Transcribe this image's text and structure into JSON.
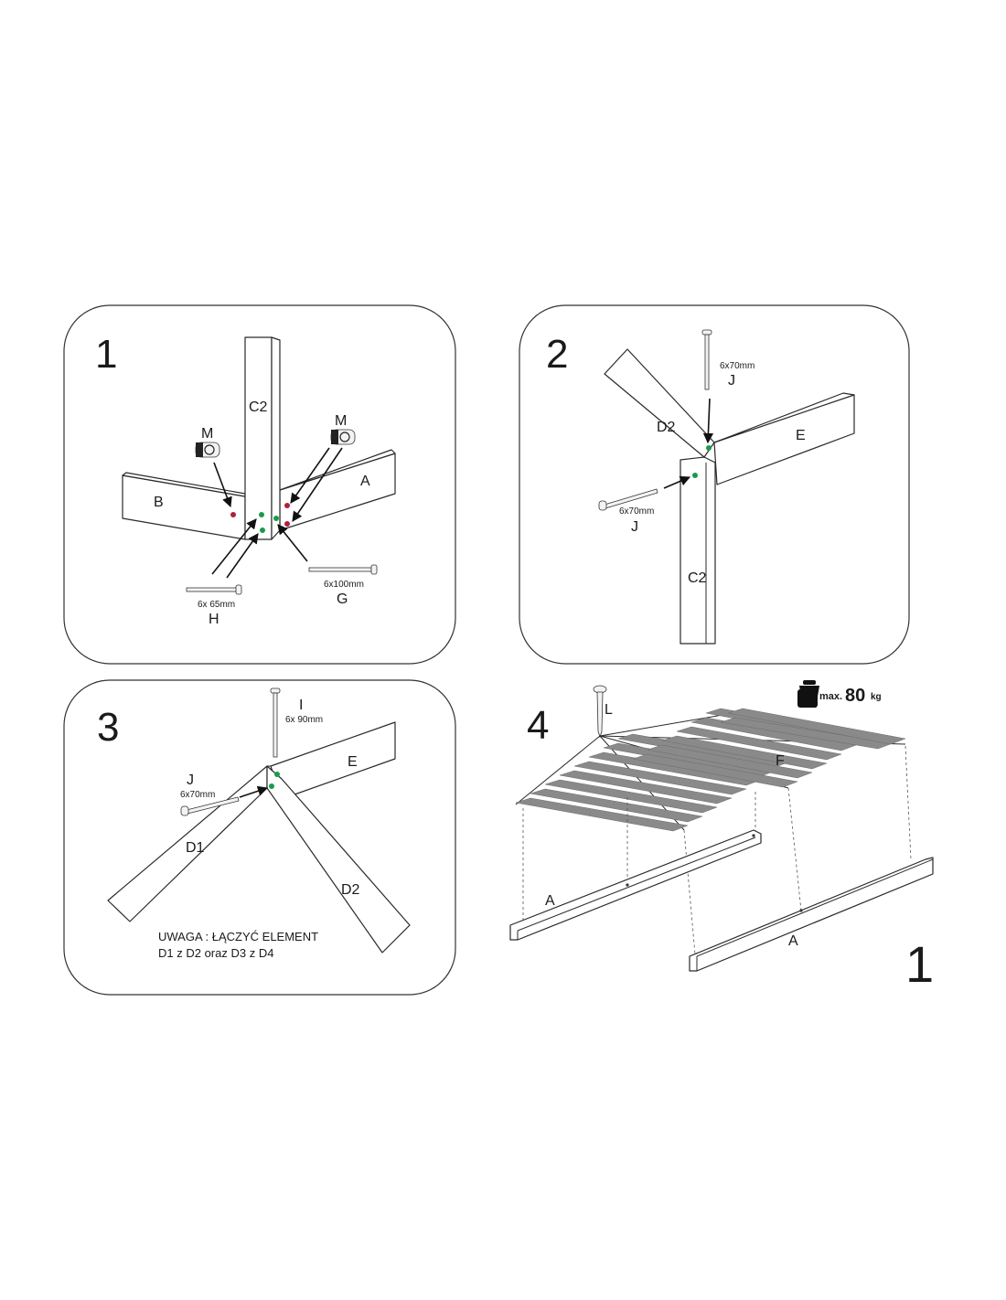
{
  "steps": [
    {
      "number": "1",
      "parts": {
        "c2": "C2",
        "b": "B",
        "a": "A",
        "m_left": "M",
        "m_right": "M"
      },
      "screws": [
        {
          "size": "6x 65mm",
          "code": "H"
        },
        {
          "size": "6x100mm",
          "code": "G"
        }
      ]
    },
    {
      "number": "2",
      "parts": {
        "d2": "D2",
        "e": "E",
        "c2": "C2"
      },
      "screws": [
        {
          "size": "6x70mm",
          "code": "J"
        },
        {
          "size": "6x70mm",
          "code": "J"
        }
      ]
    },
    {
      "number": "3",
      "parts": {
        "d1": "D1",
        "d2": "D2",
        "e": "E"
      },
      "screws": [
        {
          "size": "6x 90mm",
          "code": "I"
        },
        {
          "size": "6x70mm",
          "code": "J"
        }
      ],
      "note_line1": "UWAGA : ŁĄCZYĆ ELEMENT",
      "note_line2": "D1 z D2 oraz D3 z D4"
    },
    {
      "number": "4",
      "parts": {
        "f": "F",
        "a_left": "A",
        "a_right": "A",
        "screw": "L"
      },
      "max_prefix": "max.",
      "max_value": "80",
      "max_unit": "kg",
      "quantity": "1"
    }
  ],
  "colors": {
    "dot_green": "#1a9a4a",
    "dot_red": "#b0203a",
    "slat": "#8a8a8a"
  }
}
